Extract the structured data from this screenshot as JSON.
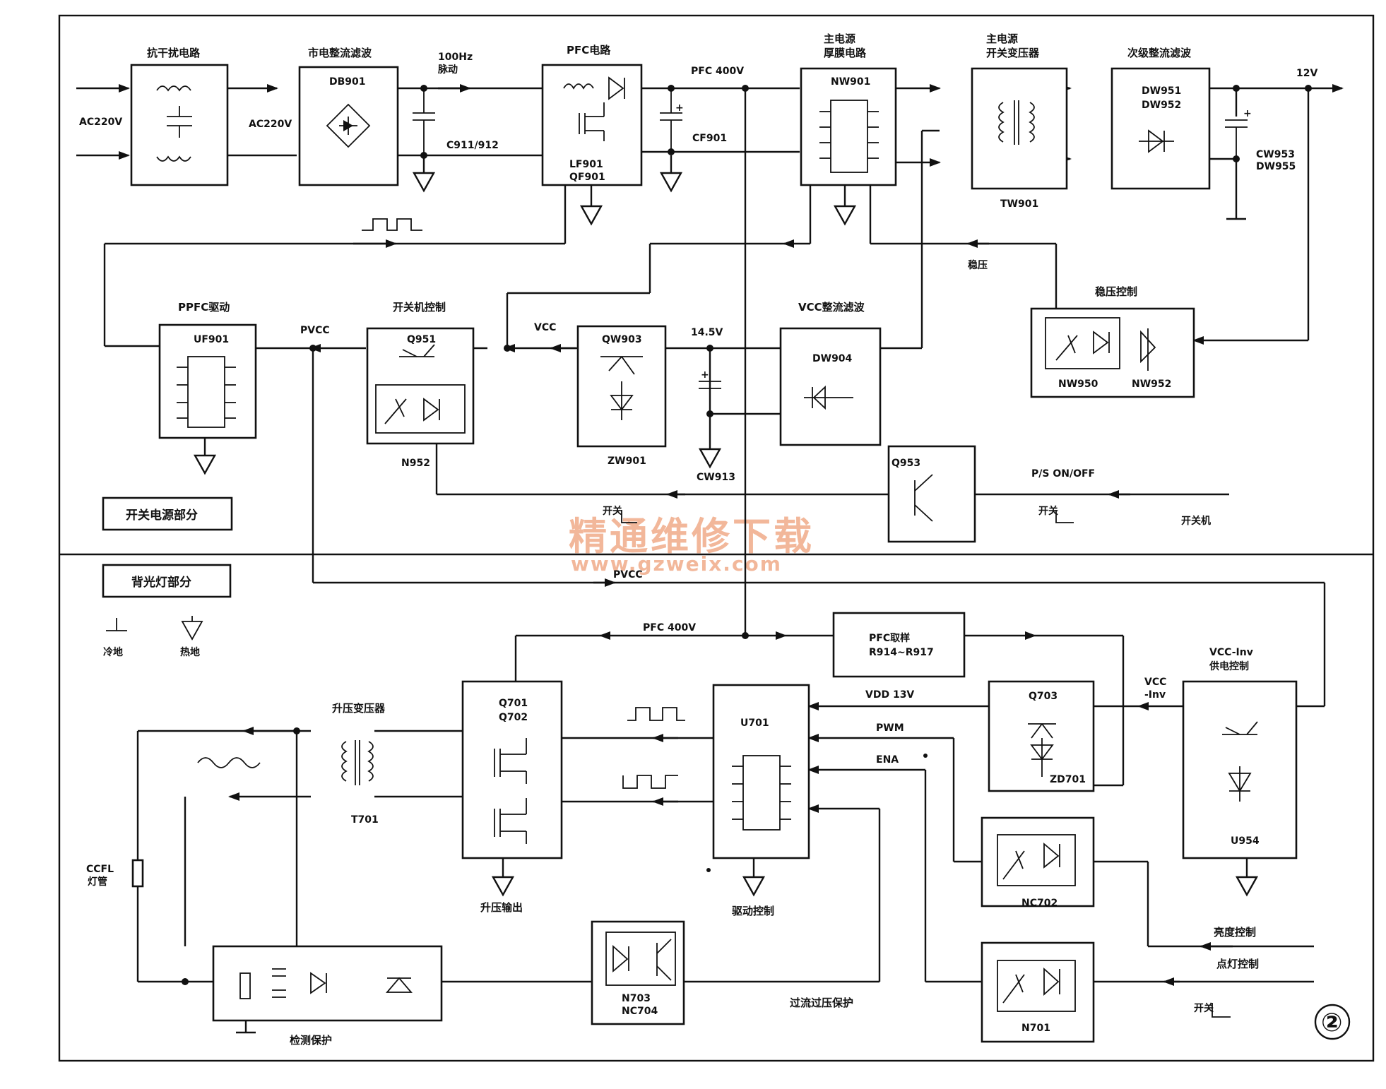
{
  "sections": {
    "power": "开关电源部分",
    "backlight": "背光灯部分",
    "figure_number": "②"
  },
  "legend": {
    "cold_ground": "冷地",
    "hot_ground": "热地"
  },
  "watermark": {
    "line1": "精通维修下载",
    "line2": "www.gzweix.com"
  },
  "blocks": {
    "emi": {
      "title": "抗干扰电路"
    },
    "rectifier": {
      "title": "市电整流滤波",
      "part": "DB901"
    },
    "pfc": {
      "title": "PFC电路",
      "part1": "LF901",
      "part2": "QF901"
    },
    "main_thick": {
      "title1": "主电源",
      "title2": "厚膜电路",
      "part": "NW901"
    },
    "main_transformer": {
      "title1": "主电源",
      "title2": "开关变压器",
      "part": "TW901"
    },
    "secondary": {
      "title": "次级整流滤波",
      "part1": "DW951",
      "part2": "DW952",
      "cap1": "CW953",
      "cap2": "DW955"
    },
    "ppfc_drive": {
      "title": "PPFC驱动",
      "part": "UF901"
    },
    "onoff_ctrl": {
      "title": "开关机控制",
      "part1": "Q951",
      "part2": "N952"
    },
    "zener_reg": {
      "part1": "QW903",
      "part2": "ZW901"
    },
    "vcc_rect": {
      "title": "VCC整流滤波",
      "part": "DW904"
    },
    "reg_ctrl": {
      "title": "稳压控制",
      "part1": "NW950",
      "part2": "NW952"
    },
    "q953": {
      "part": "Q953"
    },
    "pfc_sample": {
      "title": "PFC取样",
      "part": "R914~R917"
    },
    "q701": {
      "part1": "Q701",
      "part2": "Q702",
      "caption": "升压输出"
    },
    "u701": {
      "part": "U701",
      "caption": "驱动控制"
    },
    "q703": {
      "part1": "Q703",
      "part2": "ZD701"
    },
    "vcc_inv": {
      "title1": "VCC-Inv",
      "title2": "供电控制",
      "part": "U954"
    },
    "nc702": {
      "part": "NC702"
    },
    "n701": {
      "part": "N701"
    },
    "n703": {
      "part1": "N703",
      "part2": "NC704"
    },
    "detect": {
      "caption": "检测保护"
    },
    "t701": {
      "title": "升压变压器",
      "part": "T701"
    },
    "ccfl": {
      "line1": "CCFL",
      "line2": "灯管"
    }
  },
  "signals": {
    "ac_in": "AC220V",
    "ac_mid": "AC220V",
    "hz100_1": "100Hz",
    "hz100_2": "脉动",
    "c911": "C911/912",
    "pfc400": "PFC 400V",
    "cf901": "CF901",
    "v12": "12V",
    "pvcc_top": "PVCC",
    "vcc": "VCC",
    "v145": "14.5V",
    "cw913": "CW913",
    "wenya": "稳压",
    "ps_onoff": "P/S ON/OFF",
    "kaiguan_mid": "开关",
    "kaiguan_right": "开关",
    "kaiguanji": "开关机",
    "pvcc_bottom": "PVCC",
    "pfc400_bottom": "PFC 400V",
    "vdd13": "VDD 13V",
    "pwm": "PWM",
    "ena": "ENA",
    "vcc_inv1": "VCC",
    "vcc_inv2": "-Inv",
    "brightness": "亮度控制",
    "light_ctrl": "点灯控制",
    "kaiguan_bottom": "开关",
    "overprot": "过流过压保护"
  }
}
